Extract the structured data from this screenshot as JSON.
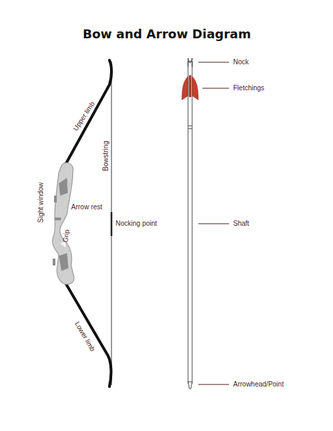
{
  "diagram": {
    "title": "Bow and Arrow Diagram",
    "labels": [
      "Upper limb",
      "Bowstring",
      "Sight window",
      "Arrow rest",
      "Grip",
      "Nocking point",
      "Lower limb",
      "Nock",
      "Fletchings",
      "Shaft",
      "Arrowhead/Point"
    ]
  }
}
